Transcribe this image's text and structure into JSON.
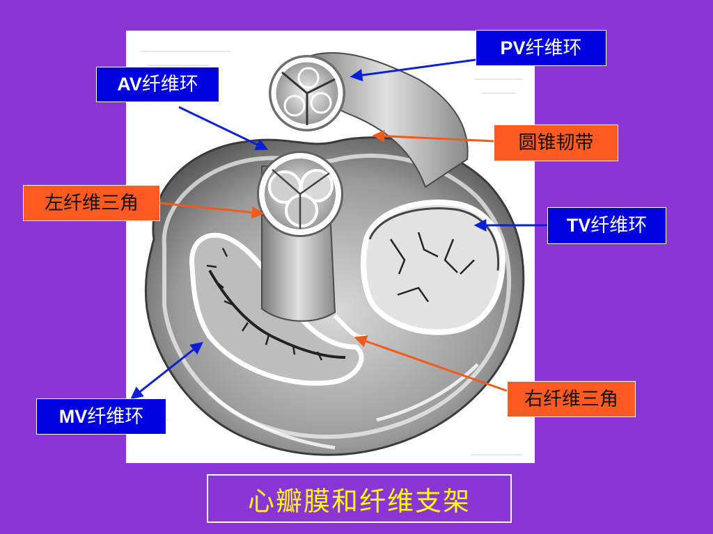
{
  "slide": {
    "background_color": "#8c35d6",
    "caption": "心瓣膜和纤维支架"
  },
  "labels": {
    "pv_ring": {
      "abbr": "PV",
      "text": "纤维环",
      "color": "#0000e0"
    },
    "av_ring": {
      "abbr": "AV",
      "text": "纤维环",
      "color": "#0000e0"
    },
    "conus_ligament": {
      "text": "圆锥韧带",
      "color": "#ff5a1f"
    },
    "left_fibrous_trigone": {
      "text": "左纤维三角",
      "color": "#ff5a1f"
    },
    "tv_ring": {
      "abbr": "TV",
      "text": "纤维环",
      "color": "#0000e0"
    },
    "right_fibrous_trigone": {
      "text": "右纤维三角",
      "color": "#ff5a1f"
    },
    "mv_ring": {
      "abbr": "MV",
      "text": "纤维环",
      "color": "#0000e0"
    }
  },
  "arrow_colors": {
    "blue": "#0a1fd6",
    "orange": "#f05a1a"
  }
}
